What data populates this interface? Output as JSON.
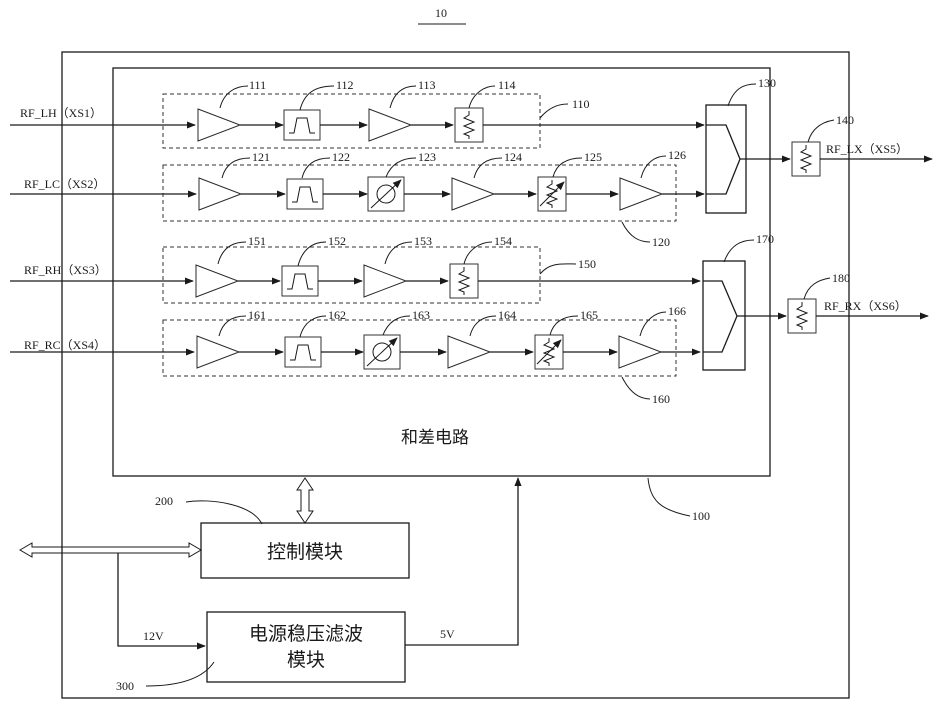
{
  "figure_number": "10",
  "box_labels": {
    "module_100": "100",
    "sum_diff_circuit": "和差电路",
    "control_module": "控制模块",
    "control_ref": "200",
    "power_module_line1": "电源稳压滤波",
    "power_module_line2": "模块",
    "power_ref": "300",
    "volt_12": "12V",
    "volt_5": "5V"
  },
  "ports": {
    "in_lh": "RF_LH（XS1）",
    "in_lc": "RF_LC（XS2）",
    "in_rh": "RF_RH（XS3）",
    "in_rc": "RF_RC（XS4）",
    "out_lx": "RF_LX（XS5）",
    "out_rx": "RF_RX（XS6）"
  },
  "refs": {
    "r110": "110",
    "r111": "111",
    "r112": "112",
    "r113": "113",
    "r114": "114",
    "r120": "120",
    "r121": "121",
    "r122": "122",
    "r123": "123",
    "r124": "124",
    "r125": "125",
    "r126": "126",
    "r130": "130",
    "r140": "140",
    "r150": "150",
    "r151": "151",
    "r152": "152",
    "r153": "153",
    "r154": "154",
    "r160": "160",
    "r161": "161",
    "r162": "162",
    "r163": "163",
    "r164": "164",
    "r165": "165",
    "r166": "166",
    "r170": "170",
    "r180": "180"
  }
}
